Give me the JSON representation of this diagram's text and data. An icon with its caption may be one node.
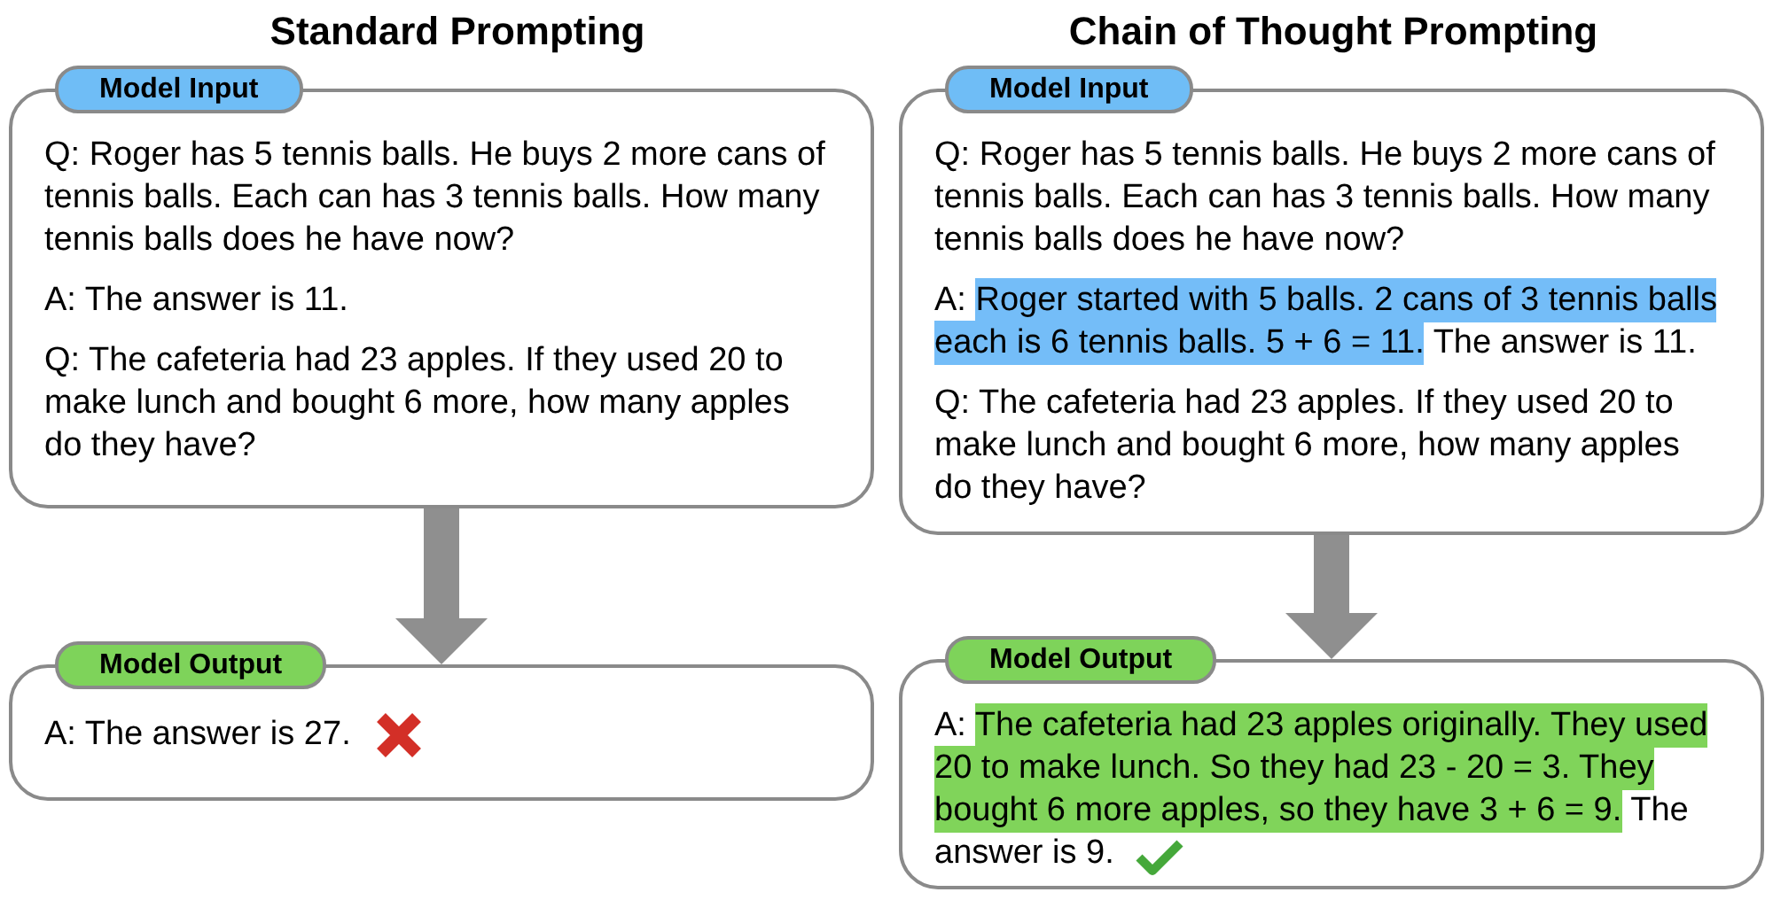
{
  "diagram": {
    "nodes": [
      {
        "text": [
          "Model Input",
          "Q: Roger has 5 tennis balls. He buys 2 more cans of tennis balls. Each can has 3 tennis balls. How many tennis balls does he have now?",
          "A: The answer is 11.",
          "Q: The cafeteria had 23 apples. If they used 20 to make lunch and bought 6 more, how many apples do they have?"
        ]
      },
      {
        "text": [
          "Model Output",
          "A: The answer is 27."
        ]
      },
      {
        "text": [
          "Model Input",
          "Q: Roger has 5 tennis balls. He buys 2 more cans of tennis balls. Each can has 3 tennis balls. How many tennis balls does he have now?",
          "A:",
          "Roger started with 5 balls. 2 cans of 3 tennis balls each is 6 tennis balls. 5 + 6 = 11.",
          "The answer is 11.",
          "Q: The cafeteria had 23 apples. If they used 20 to make lunch and bought 6 more, how many apples do they have?"
        ]
      },
      {
        "text": [
          "Model Output",
          "A:",
          "The cafeteria had 23 apples originally. They used 20 to make lunch. So they had 23 - 20 = 3. They bought 6 more apples, so they have 3 + 6 = 9.",
          "The answer is 9."
        ]
      }
    ],
    "edges": [
      {
        "from": 0,
        "to": 1,
        "arrow": "to"
      },
      {
        "from": 2,
        "to": 3,
        "arrow": "to"
      }
    ],
    "labels": [
      "Standard Prompting",
      "Chain of Thought Prompting"
    ]
  }
}
